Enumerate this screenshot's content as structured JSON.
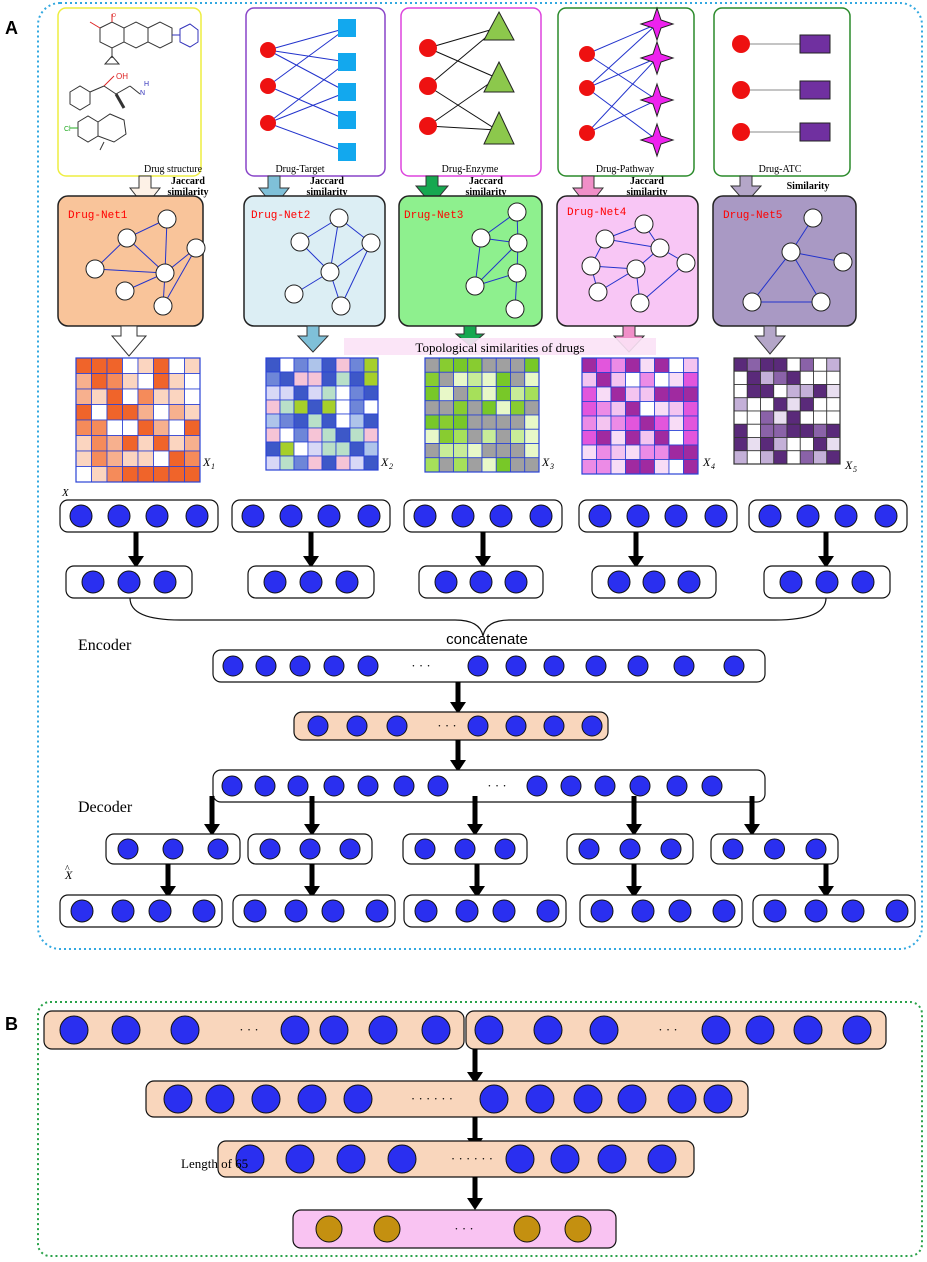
{
  "panels": {
    "a_label": "A",
    "b_label": "B"
  },
  "sources": [
    {
      "caption": "Drug structure",
      "sim_line1": "Jaccard",
      "sim_line2": "similarity",
      "net_label": "Drug-Net1",
      "matrix_label": "X",
      "matrix_sub": "1"
    },
    {
      "caption": "Drug-Target",
      "sim_line1": "Jaccard",
      "sim_line2": "similarity",
      "net_label": "Drug-Net2",
      "matrix_label": "X",
      "matrix_sub": "2"
    },
    {
      "caption": "Drug-Enzyme",
      "sim_line1": "Jaccard",
      "sim_line2": "similarity",
      "net_label": "Drug-Net3",
      "matrix_label": "X",
      "matrix_sub": "3"
    },
    {
      "caption": "Drug-Pathway",
      "sim_line1": "Jaccard",
      "sim_line2": "similarity",
      "net_label": "Drug-Net4",
      "matrix_label": "X",
      "matrix_sub": "4"
    },
    {
      "caption": "Drug-ATC",
      "sim_line1": "Similarity",
      "sim_line2": "",
      "net_label": "Drug-Net5",
      "matrix_label": "X",
      "matrix_sub": "5"
    }
  ],
  "labels": {
    "topological": "Topological similarities of drugs",
    "x_input": "X",
    "x_hat": "X",
    "x_hat_accent": "^",
    "encoder": "Encoder",
    "decoder": "Decoder",
    "concatenate": "concatenate",
    "ellipsis": "· · ·",
    "ellipsis_long": "· · · · · ·",
    "ellipsis_mixed": "· · · · · ·",
    "length": "Length of 65"
  },
  "colors": {
    "node_blue": "#2a2ff0",
    "node_gold": "#c49010",
    "peach_bar": "#f9d6bc",
    "pink_bar": "#f9c3f2",
    "panel_a_border": "#32a8e0",
    "panel_b_border": "#2aa34a",
    "net1": "#f9c49a",
    "net2": "#dceef4",
    "net3": "#8ef08e",
    "net4": "#f8c6f5",
    "net5": "#a999c4",
    "net_label": "#ff0000"
  }
}
